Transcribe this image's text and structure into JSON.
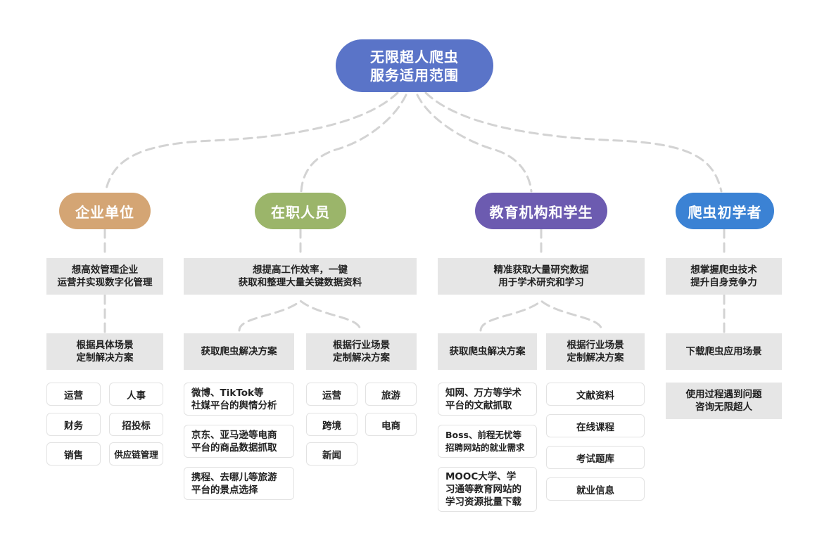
{
  "root": {
    "line1": "无限超人爬虫",
    "line2": "服务适用范围"
  },
  "colors": {
    "root": "#5a74c8",
    "enterprise": "#d4a574",
    "staff": "#9bb56a",
    "edu": "#6c5bb0",
    "beginner": "#3b82d4",
    "box": "#e6e6e6",
    "connector": "#d3d3d3"
  },
  "categories": {
    "enterprise": {
      "title": "企业单位",
      "need": [
        "想高效管理企业",
        "运营并实现数字化管理"
      ],
      "solution": [
        "根据具体场景",
        "定制解决方案"
      ],
      "leaves": [
        "运营",
        "人事",
        "财务",
        "招投标",
        "销售",
        "供应链管理"
      ]
    },
    "staff": {
      "title": "在职人员",
      "need": [
        "想提高工作效率，一键",
        "获取和整理大量关键数据资料"
      ],
      "solution_a": "获取爬虫解决方案",
      "solution_b": [
        "根据行业场景",
        "定制解决方案"
      ],
      "leaves_a": [
        [
          "微博、TikTok等",
          "社媒平台的舆情分析"
        ],
        [
          "京东、亚马逊等电商",
          "平台的商品数据抓取"
        ],
        [
          "携程、去哪儿等旅游",
          "平台的景点选择"
        ]
      ],
      "leaves_b": [
        "运营",
        "旅游",
        "跨境",
        "电商",
        "新闻"
      ]
    },
    "edu": {
      "title": "教育机构和学生",
      "need": [
        "精准获取大量研究数据",
        "用于学术研究和学习"
      ],
      "solution_a": "获取爬虫解决方案",
      "solution_b": [
        "根据行业场景",
        "定制解决方案"
      ],
      "leaves_a": [
        [
          "知网、万方等学术",
          "平台的文献抓取"
        ],
        [
          "Boss、前程无忧等",
          "招聘网站的就业需求"
        ],
        [
          "MOOC大学、学",
          "习通等教育网站的",
          "学习资源批量下载"
        ]
      ],
      "leaves_b": [
        "文献资料",
        "在线课程",
        "考试题库",
        "就业信息"
      ]
    },
    "beginner": {
      "title": "爬虫初学者",
      "need": [
        "想掌握爬虫技术",
        "提升自身竞争力"
      ],
      "solution": "下载爬虫应用场景",
      "extra": [
        "使用过程遇到问题",
        "咨询无限超人"
      ]
    }
  }
}
